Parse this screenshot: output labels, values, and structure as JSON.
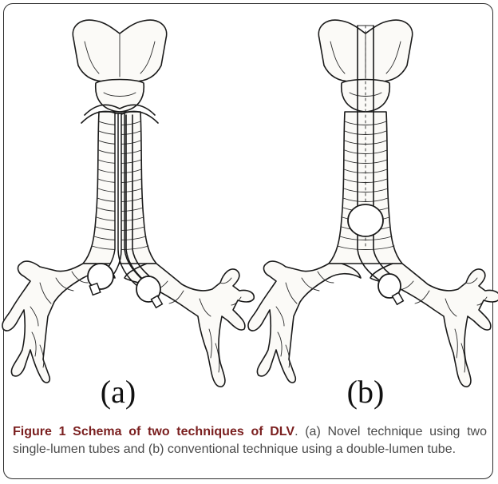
{
  "figure": {
    "panel_a_label": "(a)",
    "panel_b_label": "(b)",
    "caption_title": "Figure 1 Schema of two techniques of DLV",
    "caption_body": ". (a) Novel technique using two single-lumen tubes and (b) conventional technique using a double-lumen tube."
  }
}
